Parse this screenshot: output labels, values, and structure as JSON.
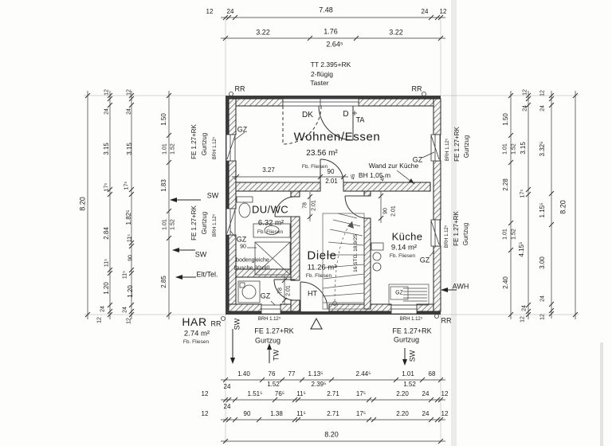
{
  "drawing_type": "floor-plan",
  "rooms": [
    {
      "name": "Wohnen/Essen",
      "area": "23.56 m²",
      "floor": "Fb. Fliesen"
    },
    {
      "name": "DU/WC",
      "area": "6.32 m²",
      "floor": "Fb. Fliesen"
    },
    {
      "name": "Diele",
      "area": "11.26 m²",
      "floor": "Fb. Fliesen"
    },
    {
      "name": "Küche",
      "area": "9.14 m²",
      "floor": "Fb. Fliesen"
    },
    {
      "name": "HAR",
      "area": "2.74 m²",
      "floor": "Fb. Fliesen"
    }
  ],
  "ann": {
    "rr": "RR",
    "gz": "GZ",
    "sw": "SW",
    "tw": "TW",
    "awh": "AWH",
    "ht": "HT",
    "dk": "DK",
    "d": "D",
    "ta": "TA",
    "elt": "Elt/Tel.",
    "tt": [
      "TT 2.395+RK",
      "2-flügig",
      "Taster"
    ],
    "wand": "Wand zur Küche",
    "bh": "BH 1,05 m",
    "shower": [
      "bodengleiche",
      "Dusche 90x90"
    ],
    "stair": "16 STG. 18,9/25",
    "fe": "FE 1.27+RK",
    "gurtzug": "Gurtzug",
    "brh": "BRH 1.12⁵"
  },
  "dims": {
    "total": "8.20",
    "top1": [
      "12",
      "24",
      "7.48",
      "24",
      "12"
    ],
    "top2": [
      "3.22",
      "1.76",
      "3.22"
    ],
    "top2b": "2.64⁵",
    "bot1": [
      "1.40",
      "76",
      "77",
      "1.13⁵",
      "2.44⁵",
      "1.01",
      "68"
    ],
    "bot1b": [
      "1.52",
      "2.39⁵",
      "1.52"
    ],
    "bot2": [
      "12",
      "24",
      "1.51⁵",
      "76⁵",
      "11⁵",
      "2.71",
      "17⁵",
      "2.20",
      "24",
      "12"
    ],
    "bot3": [
      "12",
      "24",
      "90",
      "1.38",
      "11⁵",
      "2.71",
      "17⁵",
      "2.20",
      "24",
      "12"
    ],
    "l2": [
      "12",
      "24",
      "3.15",
      "17⁵",
      "2.84",
      "11⁵",
      "1.20",
      "24",
      "12"
    ],
    "l3": [
      "12",
      "24",
      "3.15",
      "17⁵",
      "1.82⁵",
      "11⁵",
      "90",
      "11⁵",
      "1.20",
      "24",
      "12"
    ],
    "l4": [
      "1.50",
      "1.01",
      "1.52",
      "1.83",
      "1.01",
      "1.52",
      "2.85"
    ],
    "r4": [
      "1.50",
      "1.01",
      "1.52",
      "2.28",
      "1.01",
      "1.52",
      "2.40"
    ],
    "r3": [
      "12",
      "24",
      "3.15",
      "17⁵",
      "4.15⁵",
      "24",
      "12"
    ],
    "r2": [
      "12",
      "24",
      "3.32⁵",
      "1.15⁵",
      "3.00",
      "24",
      "12"
    ],
    "inner": {
      "d327": "3.27",
      "w90": "90",
      "h201": "2.01",
      "w78": "78",
      "j45": "45"
    }
  }
}
